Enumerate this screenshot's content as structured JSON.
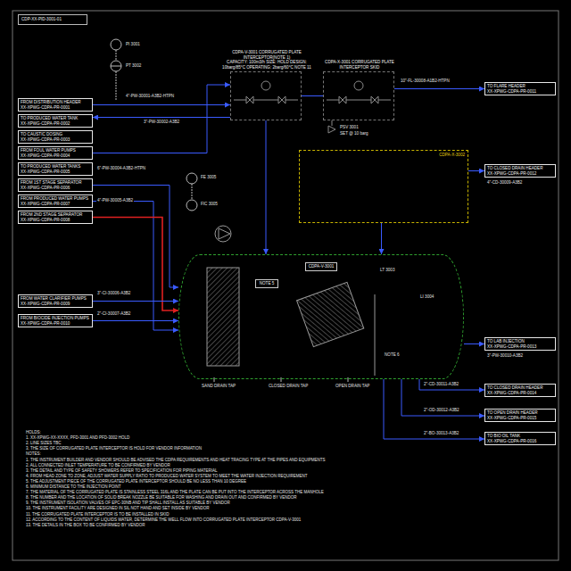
{
  "diagram": {
    "nodes": [
      {
        "text": [
          "CDP-XX-PID-3001-01"
        ]
      },
      {
        "text": [
          "FROM DISTRIBUTION HEADER",
          "XX-XPWG-CDPA-PR-0001"
        ]
      },
      {
        "text": [
          "TO PRODUCED WATER TANK",
          "XX-XPWG-CDPA-PR-0002"
        ]
      },
      {
        "text": [
          "TO CAUSTIC DOSING",
          "XX-XPWG-CDPA-PR-0003"
        ]
      },
      {
        "text": [
          "FROM FOUL WATER PUMPS",
          "XX-XPWG-CDPA-PR-0004"
        ]
      },
      {
        "text": [
          "TO PRODUCED WATER TANKS",
          "XX-XPWG-CDPA-PR-0005"
        ]
      },
      {
        "text": [
          "FROM 1ST STAGE SEPARATOR",
          "XX-XPWG-CDPA-PR-0006"
        ]
      },
      {
        "text": [
          "FROM PRODUCED WATER PUMPS",
          "XX-XPWG-CDPA-PR-0007"
        ]
      },
      {
        "text": [
          "FROM 2ND STAGE SEPARATOR",
          "XX-XPWG-CDPA-PR-0008"
        ]
      },
      {
        "text": [
          "FROM WATER CLARIFIER PUMPS",
          "XX-XPWG-CDPA-PR-0009"
        ]
      },
      {
        "text": [
          "FROM BIOCIDE INJECTION PUMPS",
          "XX-XPWG-CDPA-PR-0010"
        ]
      },
      {
        "text": [
          "TO FLARE HEADER",
          "XX-XPWG-CDPA-PR-0011"
        ]
      },
      {
        "text": [
          "TO CLOSED DRAIN HEADER",
          "XX-XPWG-CDPA-PR-0012"
        ]
      },
      {
        "text": [
          "TO LAB INJECTION",
          "XX-XPWG-CDPA-PR-0013"
        ]
      },
      {
        "text": [
          "TO CLOSED DRAIN HEADER",
          "XX-XPWG-CDPA-PR-0014"
        ]
      },
      {
        "text": [
          "TO OPEN DRAIN HEADER",
          "XX-XPWG-CDPA-PR-0015"
        ]
      },
      {
        "text": [
          "TO BIO OIL TANK",
          "XX-XPWG-CDPA-PR-0016"
        ]
      },
      {
        "text": [
          "CDPA-V-3001 CORRUGATED PLATE INTERCEPTOR(NOTE 1)",
          "CAPACITY: 100m3/h SIZE: HOLD DESIGN: 10barg/85°C OPERATING: 2barg/60°C NOTE 11"
        ]
      },
      {
        "text": [
          "CDPA-X-3001 CORRUGATED PLATE INTERCEPTOR SKID"
        ]
      },
      {
        "text": [
          "CDPA-X-3002"
        ]
      },
      {
        "text": [
          "CDPA-V-3001"
        ]
      },
      {
        "text": [
          "NOTE 5"
        ],
        "in": 20
      }
    ],
    "edges": [
      {
        "from": 1,
        "to": 17,
        "arrow": "to"
      },
      {
        "from": 17,
        "to": 2,
        "arrow": "to"
      },
      {
        "from": 4,
        "to": 17,
        "arrow": "to"
      },
      {
        "from": 17,
        "to": 18,
        "arrow": "none"
      },
      {
        "from": 18,
        "to": 11,
        "arrow": "to"
      },
      {
        "from": 17,
        "to": 20,
        "arrow": "to"
      },
      {
        "from": 6,
        "to": 20,
        "arrow": "to"
      },
      {
        "from": 7,
        "to": 20,
        "arrow": "to"
      },
      {
        "from": 8,
        "to": 20,
        "arrow": "to"
      },
      {
        "from": 9,
        "to": 20,
        "arrow": "to"
      },
      {
        "from": 10,
        "to": 20,
        "arrow": "to"
      },
      {
        "from": 19,
        "to": 20,
        "arrow": "to"
      },
      {
        "from": 19,
        "to": 12,
        "arrow": "to"
      },
      {
        "from": 20,
        "to": 13,
        "arrow": "to"
      },
      {
        "from": 20,
        "to": 14,
        "arrow": "to"
      },
      {
        "from": 20,
        "to": 15,
        "arrow": "to"
      },
      {
        "from": 20,
        "to": 16,
        "arrow": "to"
      }
    ],
    "labels": [
      "4\"-PW-30001-A3B2-HTPN",
      "3\"-PW-30002-A3B2",
      "6\"-PW-30004-A3B2-HTPN",
      "4\"-PW-30005-A3B2",
      "3\"-CI-30006-A3B2",
      "2\"-CI-30007-A3B2",
      "10\"-FL-30008-A1B2-HTPN",
      "4\"-CD-30009-A3B2",
      "3\"-PW-30010-A3B2",
      "2\"-CD-30011-A3B2",
      "2\"-OD-30012-A3B2",
      "2\"-BO-30013-A3B2",
      "PI 3001",
      "PT 3002",
      "LT 3003",
      "LI 3004",
      "NOTE 6",
      "SAND DRAIN TAP",
      "CLOSED DRAIN TAP",
      "OPEN DRAIN TAP",
      "PSV 3001",
      "SET @ 10 barg",
      "FE 3005",
      "FIC 3005",
      "HOLDS:",
      "1. XX-XPWG-XX-XXXX, PFD-3001 AND PFD-3002 HOLD",
      "2. LINE SIZES TBC",
      "3. THE SIZE OF CORRUGATED PLATE INTERCEPTOR IS HOLD FOR VENDOR INFORMATION",
      "NOTES:",
      "1. THE INSTRUMENT BUILDER AND VENDOR SHOULD BE ADVISED THE CDPA REQUIREMENTS AND HEAT TRACING TYPE AT THE PIPES AND EQUIPMENTS",
      "2. ALL CONNECTED INLET TEMPERATURE TO BE CONFIRMED BY VENDOR",
      "3. THE DETAIL AND TYPE OF SAFETY SHOWERS REFER TO SPECIFICATION FOR PIPING MATERIAL",
      "4. FROM HEAD ZONE TO ZONE, ADJUST WATER SUPPLY RATIO TO PRODUCED WATER SYSTEM TO MEET THE WATER INJECTION REQUIREMENT",
      "5. THE ADJUSTMENT PIECE OF THE CORRUGATED PLATE INTERCEPTOR SHOULD BE NO LESS THAN 10 DEGREE",
      "6. MINIMUM DISTANCE TO THE INJECTION POINT",
      "7. THE MATERIAL OF THE CORRUGATED PLATE IS STAINLESS STEEL 316L AND THE PLATE CAN BE PUT INTO THE INTERCEPTOR ACROSS THE MANHOLE",
      "8. THE NUMBER AND THE LOCATION OF SOLID BREAK NOZZLE BE SUITABLE FOR WASHING AND DRAIN OUT AND CONFIRMED BY VENDOR",
      "9. THE INSTRUMENT ISOLATION VALVES OF EPC-30NB AND TIP SHALL INSTALL AS SUITABLE BY VENDOR",
      "10. THE INSTRUMENT FACILITY ARE DESIGNED IN SIL NOT HAND AND SET INSIDE BY VENDOR",
      "11. THE CORRUGATED PLATE INTERCEPTOR IS TO BE INSTALLED IN SKID",
      "12. ACCORDING TO THE CONTENT OF LIQUIDS WATER, DETERMINE THE WELL FLOW INTO CORRUGATED PLATE INTERCEPTOR CDPA-V-3001",
      "13. THE DETAILS IN THE BOX TO BE CONFIRMED BY VENDOR"
    ]
  }
}
